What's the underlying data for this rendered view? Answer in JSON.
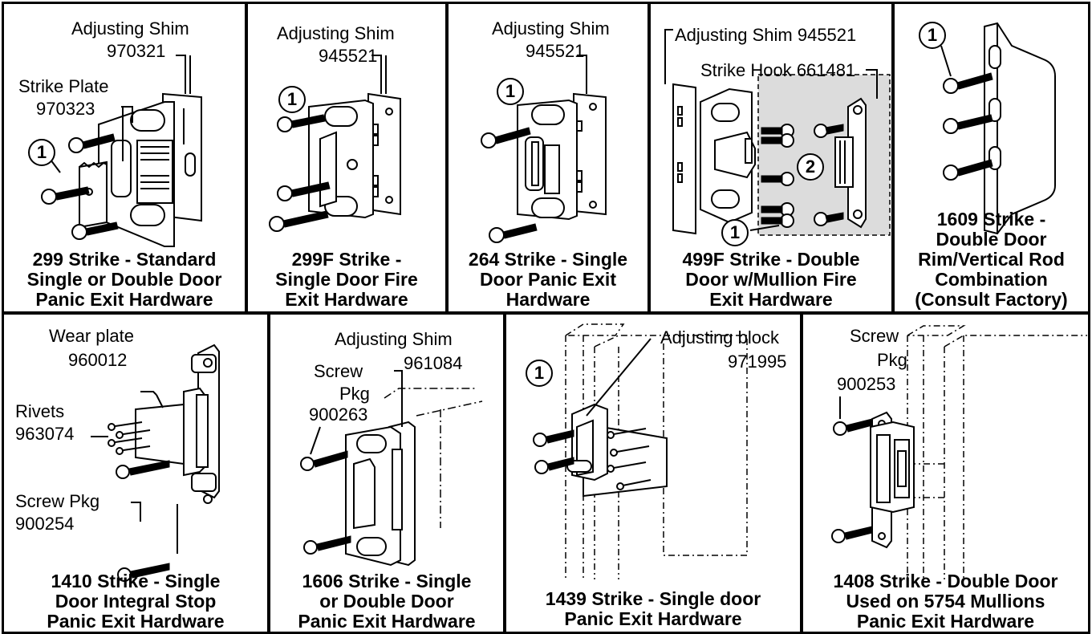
{
  "panels": [
    {
      "caption": [
        "299 Strike - Standard",
        "Single or Double Door",
        "Panic Exit Hardware"
      ],
      "labels": [
        "Adjusting Shim",
        "970321",
        "Strike Plate",
        "970323"
      ],
      "callouts": [
        "1"
      ]
    },
    {
      "caption": [
        "299F Strike -",
        "Single Door Fire",
        "Exit Hardware"
      ],
      "labels": [
        "Adjusting Shim",
        "945521"
      ],
      "callouts": [
        "1"
      ]
    },
    {
      "caption": [
        "264 Strike - Single",
        "Door Panic Exit",
        "Hardware"
      ],
      "labels": [
        "Adjusting Shim",
        "945521"
      ],
      "callouts": [
        "1"
      ]
    },
    {
      "caption": [
        "499F Strike - Double",
        "Door  w/Mullion Fire",
        "Exit Hardware"
      ],
      "labels": [
        "Adjusting Shim 945521",
        "Strike Hook 661481"
      ],
      "callouts": [
        "2",
        "1"
      ]
    },
    {
      "caption": [
        "1609 Strike -",
        "Double Door",
        "Rim/Vertical Rod",
        "Combination",
        "(Consult Factory)"
      ],
      "labels": [],
      "callouts": [
        "1"
      ]
    },
    {
      "caption": [
        "1410 Strike - Single",
        "Door Integral Stop",
        "Panic Exit Hardware"
      ],
      "labels": [
        "Wear plate",
        "960012",
        "Rivets",
        "963074",
        "Screw Pkg",
        "900254"
      ],
      "callouts": []
    },
    {
      "caption": [
        "1606 Strike - Single",
        "or Double Door",
        "Panic Exit Hardware"
      ],
      "labels": [
        "Adjusting Shim",
        "961084",
        "Screw",
        "Pkg",
        "900263"
      ],
      "callouts": []
    },
    {
      "caption": [
        "1439 Strike - Single door",
        "Panic Exit Hardware"
      ],
      "labels": [
        "Adjusting block",
        "971995"
      ],
      "callouts": [
        "1"
      ]
    },
    {
      "caption": [
        "1408 Strike - Double Door",
        "Used on 5754 Mullions",
        "Panic Exit Hardware"
      ],
      "labels": [
        "Screw",
        "Pkg",
        "900253"
      ],
      "callouts": []
    }
  ]
}
